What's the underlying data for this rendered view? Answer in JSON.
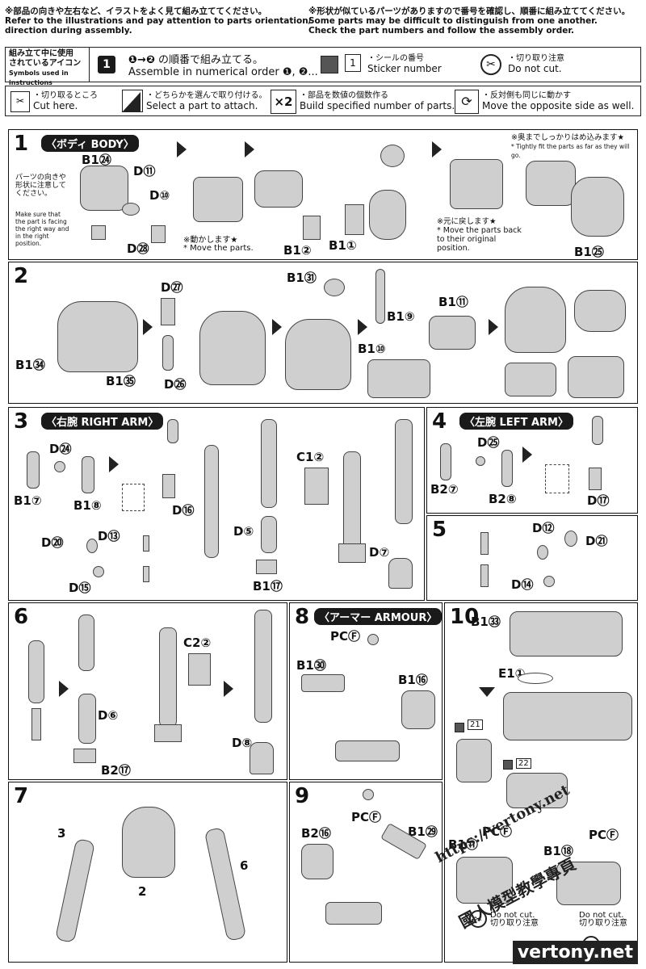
{
  "header": {
    "warn_left_jp": "※部品の向きや左右など、イラストをよく見て組み立ててください。",
    "warn_left_en1": "Refer to the illustrations and pay attention to parts orientation/",
    "warn_left_en2": "direction during assembly.",
    "warn_right_jp": "※形状が似ているパーツがありますので番号を確認し、順番に組み立ててください。",
    "warn_right_en1": "Some parts may be difficult to distinguish from one another.",
    "warn_right_en2": "Check the part numbers and follow the assembly order."
  },
  "symbols": {
    "title_jp1": "組み立て中に使用",
    "title_jp2": "されているアイコン",
    "title_en": "Symbols used in instructions",
    "numerical_jp": "の順番で組み立てる。",
    "numerical_en": "Assemble in numerical order",
    "sticker_jp": "・シールの番号",
    "sticker_en": "Sticker number",
    "sticker_num": "1",
    "cut_caution_jp": "・切り取り注意",
    "cut_caution_en": "Do not cut.",
    "cut_here_jp": "・切り取るところ",
    "cut_here_en": "Cut here.",
    "select_jp": "・どちらかを選んで取り付ける。",
    "select_en": "Select a part to attach.",
    "build_jp": "・部品を数値の個数作る",
    "build_en": "Build specified number of parts.",
    "build_num": "×2",
    "opposite_jp": "・反対側も同じに動かす",
    "opposite_en": "Move the opposite side as well."
  },
  "steps": {
    "s1": {
      "num": "1",
      "title": "〈ボディ BODY〉",
      "note1_jp": "パーツの向きや形状に注意してください。",
      "note1_en": "Make sure that the part is facing the right way and in the right position.",
      "move_jp": "※動かします★",
      "move_en": "* Move the parts.",
      "back_jp": "※元に戻します★",
      "back_en": "* Move the parts back to their original position.",
      "tight_jp": "※奥までしっかりはめ込みます★",
      "tight_en": "* Tightly fit the parts as far as they will go.",
      "parts": [
        "B1㉔",
        "D⑪",
        "D⑩",
        "D㉘",
        "B1②",
        "B1①",
        "B1㉕"
      ]
    },
    "s2": {
      "num": "2",
      "parts": [
        "B1㉞",
        "B1㉟",
        "D㉗",
        "D㉖",
        "B1㉛",
        "B1⑨",
        "B1⑩",
        "B1⑪"
      ]
    },
    "s3": {
      "num": "3",
      "title": "〈右腕 RIGHT ARM〉",
      "parts": [
        "D㉔",
        "B1⑦",
        "B1⑧",
        "D⑯",
        "D⑳",
        "D⑬",
        "D⑮",
        "D⑤",
        "B1⑰",
        "C1②",
        "D⑦"
      ]
    },
    "s4": {
      "num": "4",
      "title": "〈左腕 LEFT ARM〉",
      "parts": [
        "D㉕",
        "B2⑦",
        "B2⑧",
        "D⑰"
      ]
    },
    "s5": {
      "num": "5",
      "parts": [
        "D⑫",
        "D㉑",
        "D⑭"
      ]
    },
    "s6": {
      "num": "6",
      "parts": [
        "D⑥",
        "B2⑰",
        "C2②",
        "D⑧"
      ]
    },
    "s7": {
      "num": "7",
      "labels": [
        "3",
        "2",
        "6"
      ]
    },
    "s8": {
      "num": "8",
      "title": "〈アーマー ARMOUR〉",
      "parts": [
        "PCⒻ",
        "B1㉚",
        "B1⑯"
      ]
    },
    "s9": {
      "num": "9",
      "parts": [
        "PCⒻ",
        "B2⑯",
        "B1㉙"
      ]
    },
    "s10": {
      "num": "10",
      "parts": [
        "B1㉝",
        "E1①",
        "B1⑪",
        "B1⑱",
        "PCⒻ",
        "PCⒻ"
      ],
      "stickers": [
        "21",
        "22"
      ],
      "cut_en": "Do not cut.",
      "cut_jp": "切り取り注意"
    }
  },
  "watermarks": {
    "url": "https://vertony.net",
    "brand": "vertony.net",
    "cn": "國人模型教學專頁"
  }
}
